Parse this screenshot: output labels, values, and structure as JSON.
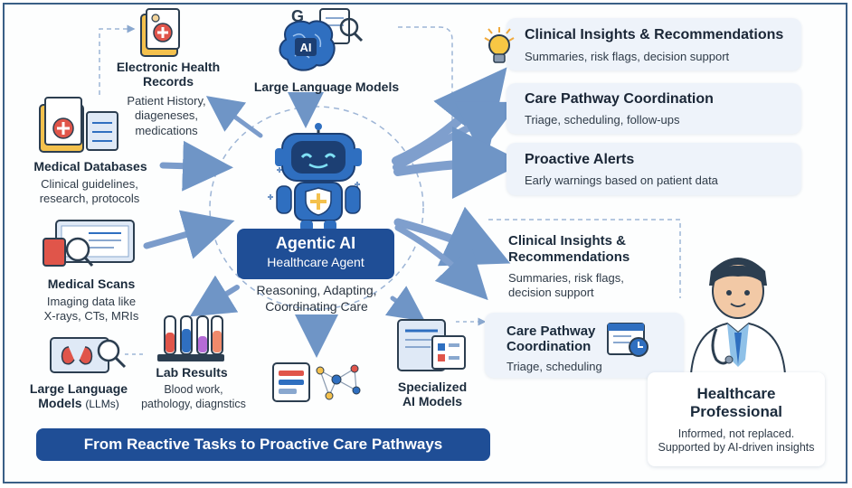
{
  "center": {
    "title": "Agentic AI",
    "subtitle": "Healthcare Agent",
    "caption_line1": "Reasoning, Adapting,",
    "caption_line2": "Coordinating Care"
  },
  "inputs": {
    "ehr": {
      "title_line1": "Electronic Health",
      "title_line2": "Records",
      "desc_line1": "Patient History,",
      "desc_line2": "diageneses,",
      "desc_line3": "medications"
    },
    "llm_top": {
      "title": "Large Language Models",
      "icon_badge": "AI"
    },
    "medical_databases": {
      "title": "Medical Databases",
      "desc_line1": "Clinical guidelines,",
      "desc_line2": "research, protocols"
    },
    "medical_scans": {
      "title": "Medical Scans",
      "desc_line1": "Imaging data like",
      "desc_line2": "X-rays, CTs, MRIs"
    },
    "llm_bottom": {
      "title_line1": "Large Language",
      "title_line2": "Models",
      "title_suffix": "(LLMs)"
    },
    "lab_results": {
      "title": "Lab Results",
      "desc_line1": "Blood work,",
      "desc_line2": "pathology, diagnstics"
    },
    "specialized": {
      "title_line1": "Specialized",
      "title_line2": "AI Models"
    }
  },
  "outputs": [
    {
      "title": "Clinical Insights & Recommendations",
      "desc": "Summaries, risk flags, decision support"
    },
    {
      "title": "Care Pathway Coordination",
      "desc": "Triage, scheduling, follow-ups"
    },
    {
      "title": "Proactive Alerts",
      "desc": "Early warnings based on patient data"
    }
  ],
  "professional_panel": {
    "insights_title_line1": "Clinical Insights &",
    "insights_title_line2": "Recommendations",
    "insights_desc_line1": "Summaries, risk flags,",
    "insights_desc_line2": "decision support",
    "care_title_line1": "Care Pathway",
    "care_title_line2": "Coordination",
    "care_desc": "Triage, scheduling",
    "role_line1": "Healthcare",
    "role_line2": "Professional",
    "note_line1": "Informed, not replaced.",
    "note_line2": "Supported by AI-driven insights"
  },
  "banner": "From Reactive Tasks to Proactive Care Pathways",
  "colors": {
    "primary": "#1f4e96",
    "arrow": "#6f95c6",
    "card": "#eef3fa",
    "frame": "#3a5f86"
  },
  "icons": [
    "ehr-folder-icon",
    "ai-brain-icon",
    "medical-database-icon",
    "medical-scan-monitor-icon",
    "llm-monitor-icon",
    "lab-test-tubes-icon",
    "network-graph-icon",
    "specialized-model-icon",
    "robot-agent-icon",
    "lightbulb-icon",
    "calendar-clock-icon",
    "doctor-avatar-icon"
  ]
}
